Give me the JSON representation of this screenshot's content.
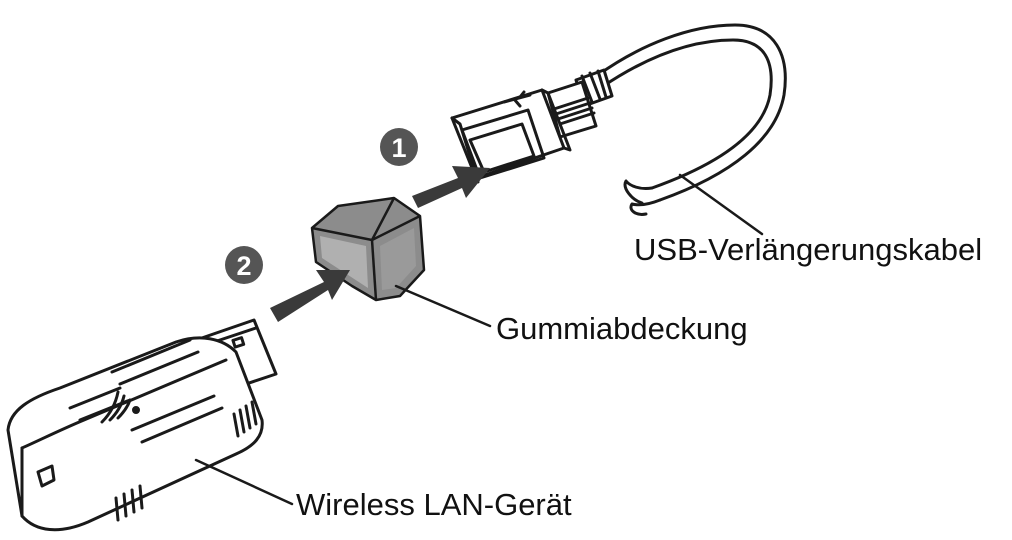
{
  "labels": {
    "usb_extension_cable": "USB-Verlängerungskabel",
    "rubber_cover": "Gummiabdeckung",
    "wireless_lan_device": "Wireless LAN-Gerät"
  },
  "steps": {
    "step_1": "1",
    "step_2": "2"
  },
  "colors": {
    "outline": "#1a1a1a",
    "arrow": "#3a3a3a",
    "step_badge": "#555555",
    "rubber_cover_fill": "#8c8c8c",
    "device_fill": "#ffffff"
  }
}
